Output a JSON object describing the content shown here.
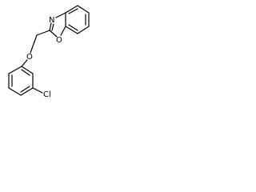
{
  "atoms": {
    "nitrogen": "N",
    "ring_oxygen": "O",
    "ether_oxygen": "O",
    "chlorine": "Cl"
  }
}
